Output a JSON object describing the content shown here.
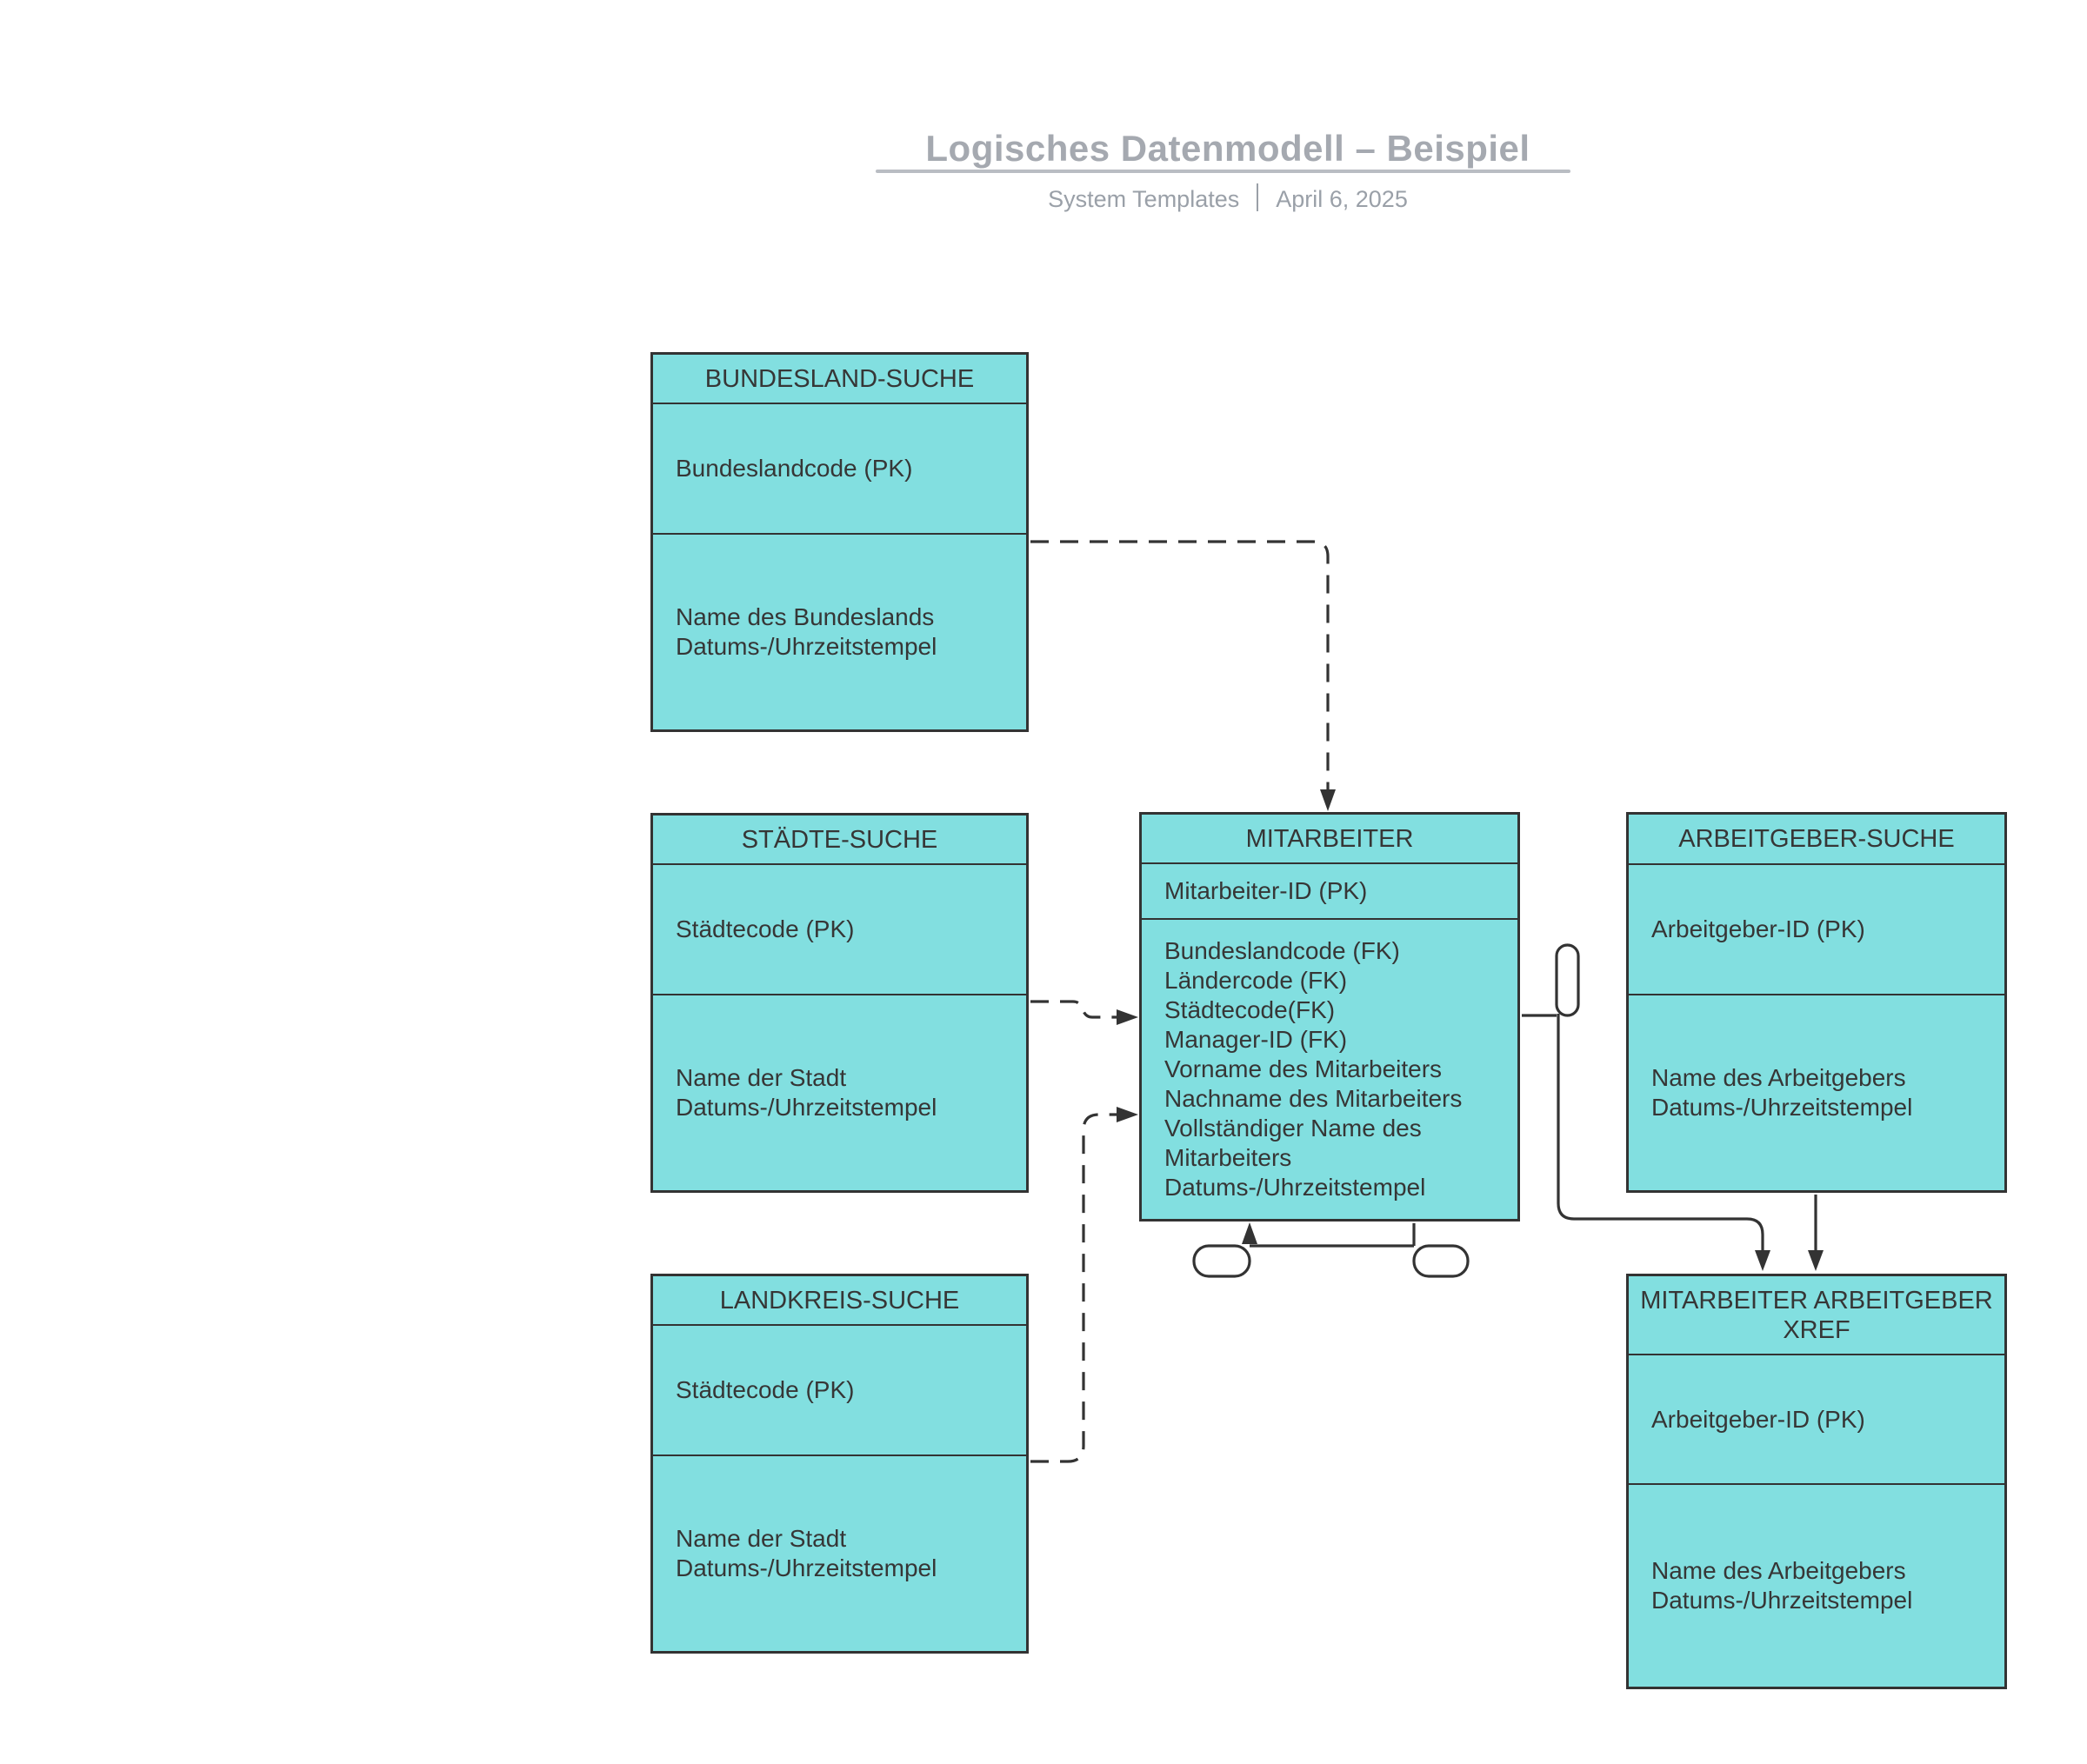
{
  "document": {
    "title": "Logisches Datenmodell – Beispiel",
    "source": "System Templates",
    "date": "April 6, 2025"
  },
  "colors": {
    "entity_fill": "#82dfe0",
    "entity_border": "#333333",
    "entity_text": "#363636",
    "connector": "#333333",
    "title_gray": "#a5a9b0",
    "subtitle_gray": "#9aa0a8",
    "rule_gray": "#b9bdc3",
    "background": "#ffffff"
  },
  "entities": [
    {
      "title": "BUNDESLAND-SUCHE",
      "pk": "Bundeslandcode (PK)",
      "attributes": [
        "Name des Bundeslands",
        "Datums-/Uhrzeitstempel"
      ]
    },
    {
      "title": "STÄDTE-SUCHE",
      "pk": "Städtecode (PK)",
      "attributes": [
        "Name der Stadt",
        "Datums-/Uhrzeitstempel"
      ]
    },
    {
      "title": "LANDKREIS-SUCHE",
      "pk": "Städtecode (PK)",
      "attributes": [
        "Name der Stadt",
        "Datums-/Uhrzeitstempel"
      ]
    },
    {
      "title": "MITARBEITER",
      "pk": "Mitarbeiter-ID (PK)",
      "attributes": [
        "Bundeslandcode (FK)",
        "Ländercode (FK)",
        "Städtecode(FK)",
        "Manager-ID (FK)",
        "Vorname des Mitarbeiters",
        "Nachname des Mitarbeiters",
        "Vollständiger Name des Mitarbeiters",
        "Datums-/Uhrzeitstempel"
      ]
    },
    {
      "title": "ARBEITGEBER-SUCHE",
      "pk": "Arbeitgeber-ID (PK)",
      "attributes": [
        "Name des Arbeitgebers",
        "Datums-/Uhrzeitstempel"
      ]
    },
    {
      "title": "MITARBEITER ARBEITGEBER XREF",
      "pk": "Arbeitgeber-ID (PK)",
      "attributes": [
        "Name des Arbeitgebers",
        "Datums-/Uhrzeitstempel"
      ]
    }
  ],
  "relationships": [
    {
      "from": "BUNDESLAND-SUCHE",
      "to": "MITARBEITER",
      "style": "dashed"
    },
    {
      "from": "STÄDTE-SUCHE",
      "to": "MITARBEITER",
      "style": "dashed"
    },
    {
      "from": "LANDKREIS-SUCHE",
      "to": "MITARBEITER",
      "style": "dashed"
    },
    {
      "from": "MITARBEITER",
      "to": "MITARBEITER ARBEITGEBER XREF",
      "style": "solid"
    },
    {
      "from": "ARBEITGEBER-SUCHE",
      "to": "MITARBEITER ARBEITGEBER XREF",
      "style": "solid"
    },
    {
      "from": "MITARBEITER",
      "to": "MITARBEITER",
      "style": "solid self-reference"
    }
  ]
}
